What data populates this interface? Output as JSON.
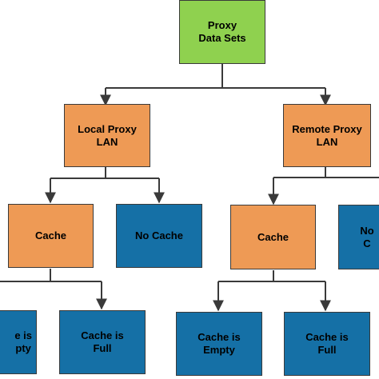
{
  "colors": {
    "root": "#8fd14f",
    "branch": "#ee9a55",
    "leaf": "#1570a6",
    "line": "#3a3a3a"
  },
  "nodes": {
    "root": "Proxy\nData Sets",
    "local_proxy": "Local Proxy\nLAN",
    "remote_proxy": "Remote Proxy\nLAN",
    "local_cache": "Cache",
    "local_no_cache": "No Cache",
    "remote_cache": "Cache",
    "remote_no_cache": "No C",
    "local_cache_empty": "e is\npty",
    "local_cache_full": "Cache is\nFull",
    "remote_cache_empty": "Cache is\nEmpty",
    "remote_cache_full": "Cache is\nFull"
  }
}
